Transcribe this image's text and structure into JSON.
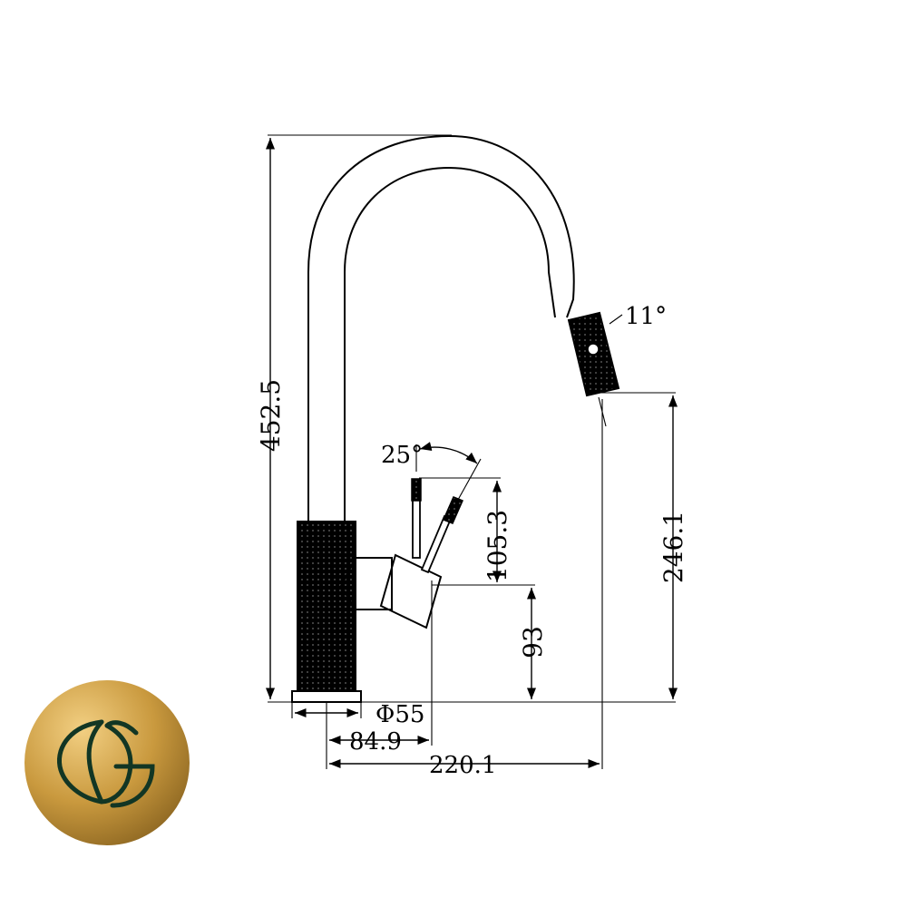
{
  "drawing": {
    "dimensions": {
      "total_height": "452.5",
      "spout_outlet_height": "246.1",
      "lever_height": "105.3",
      "body_outlet_height": "93",
      "base_diameter": "Φ55",
      "lever_reach": "84.9",
      "spout_reach": "220.1",
      "lever_angle": "25°",
      "spray_angle": "11°"
    },
    "colors": {
      "line": "#000000",
      "logo_gold_light": "#f2cf82",
      "logo_gold_dark": "#8a6420",
      "logo_mark": "#123624"
    }
  },
  "logo": {
    "icon": "kg-monogram-icon"
  }
}
